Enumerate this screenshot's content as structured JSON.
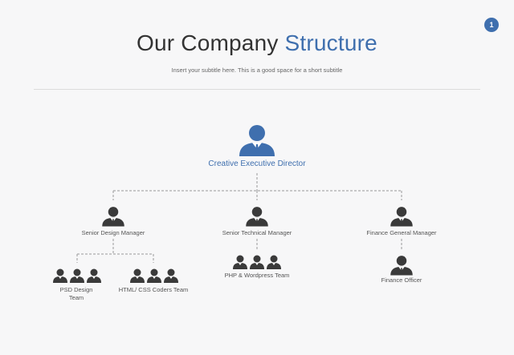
{
  "page_number": "1",
  "title": {
    "main": "Our Company",
    "accent": "Structure"
  },
  "subtitle": "Insert your subtitle here. This is a good space for a short subtitle",
  "colors": {
    "accent": "#3f6fae",
    "icon_dark": "#3a3a3a",
    "text": "#555555",
    "connector": "#9a9a9a"
  },
  "director": {
    "label": "Creative Executive Director",
    "icon": "person-icon"
  },
  "managers": [
    {
      "label": "Senior Design Manager",
      "icon": "person-icon"
    },
    {
      "label": "Senior Technical Manager",
      "icon": "person-icon"
    },
    {
      "label": "Finance General Manager",
      "icon": "person-icon"
    }
  ],
  "teams": [
    {
      "label": "PSD Design Team",
      "icon": "group-icon"
    },
    {
      "label": "HTML/ CSS Coders Team",
      "icon": "group-icon"
    },
    {
      "label": "PHP & Wordpress Team",
      "icon": "group-icon"
    },
    {
      "label": "Finance Officer",
      "icon": "person-icon"
    }
  ]
}
